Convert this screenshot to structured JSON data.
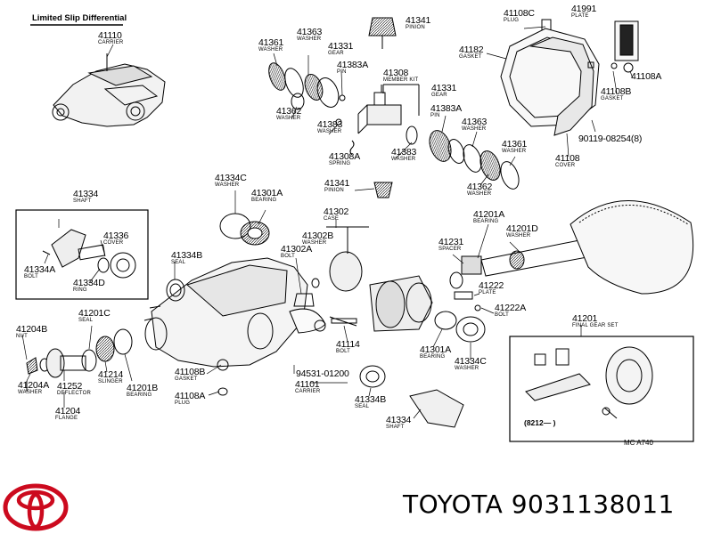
{
  "title": "Limited Slip Differential",
  "brand": {
    "name": "TOYOTA",
    "part_number": "9031138011",
    "color": "#cc0a1e"
  },
  "ref_code": "MC  A740",
  "inset_code": "(8212—        )",
  "parts": [
    {
      "id": "p41110",
      "number": "41110",
      "name": "CARRIER"
    },
    {
      "id": "p41361a",
      "number": "41361",
      "name": "WASHER"
    },
    {
      "id": "p41363a",
      "number": "41363",
      "name": "WASHER"
    },
    {
      "id": "p41341a",
      "number": "41341",
      "name": "PINION"
    },
    {
      "id": "p41331a",
      "number": "41331",
      "name": "GEAR"
    },
    {
      "id": "p41383Aa",
      "number": "41383A",
      "name": "PIN"
    },
    {
      "id": "p41308",
      "number": "41308",
      "name": "MEMBER KIT"
    },
    {
      "id": "p41362a",
      "number": "41362",
      "name": "WASHER"
    },
    {
      "id": "p41383a",
      "number": "41383",
      "name": "WASHER"
    },
    {
      "id": "p41308A",
      "number": "41308A",
      "name": "SPRING"
    },
    {
      "id": "p41383b",
      "number": "41383",
      "name": "WASHER"
    },
    {
      "id": "p41331b",
      "number": "41331",
      "name": "GEAR"
    },
    {
      "id": "p41383Ab",
      "number": "41383A",
      "name": "PIN"
    },
    {
      "id": "p41363b",
      "number": "41363",
      "name": "WASHER"
    },
    {
      "id": "p41361b",
      "number": "41361",
      "name": "WASHER"
    },
    {
      "id": "p41362b",
      "number": "41362",
      "name": "WASHER"
    },
    {
      "id": "p41341b",
      "number": "41341",
      "name": "PINION"
    },
    {
      "id": "p41108C",
      "number": "41108C",
      "name": "PLUG"
    },
    {
      "id": "p41991",
      "number": "41991",
      "name": "PLATE"
    },
    {
      "id": "p41182",
      "number": "41182",
      "name": "GASKET"
    },
    {
      "id": "p41108A1",
      "number": "41108A",
      "name": ""
    },
    {
      "id": "p41108B1",
      "number": "41108B",
      "name": "GASKET"
    },
    {
      "id": "p90119",
      "number": "90119-08254(8)",
      "name": ""
    },
    {
      "id": "p41108",
      "number": "41108",
      "name": "COVER"
    },
    {
      "id": "p41334C1",
      "number": "41334C",
      "name": "WASHER"
    },
    {
      "id": "p41301A1",
      "number": "41301A",
      "name": "BEARING"
    },
    {
      "id": "p41302",
      "number": "41302",
      "name": "CASE"
    },
    {
      "id": "p41302B",
      "number": "41302B",
      "name": "WASHER"
    },
    {
      "id": "p41302A",
      "number": "41302A",
      "name": "BOLT"
    },
    {
      "id": "p41201A",
      "number": "41201A",
      "name": "BEARING"
    },
    {
      "id": "p41201D",
      "number": "41201D",
      "name": "WASHER"
    },
    {
      "id": "p41231",
      "number": "41231",
      "name": "SPACER"
    },
    {
      "id": "p41222",
      "number": "41222",
      "name": "PLATE"
    },
    {
      "id": "p41222A",
      "number": "41222A",
      "name": "BOLT"
    },
    {
      "id": "p41334",
      "number": "41334",
      "name": "SHAFT"
    },
    {
      "id": "p41336",
      "number": "41336",
      "name": "COVER"
    },
    {
      "id": "p41334A",
      "number": "41334A",
      "name": "BOLT"
    },
    {
      "id": "p41334D",
      "number": "41334D",
      "name": "RING"
    },
    {
      "id": "p41334B1",
      "number": "41334B",
      "name": "SEAL"
    },
    {
      "id": "p41204B",
      "number": "41204B",
      "name": "NUT"
    },
    {
      "id": "p41201C",
      "number": "41201C",
      "name": "SEAL"
    },
    {
      "id": "p41204A",
      "number": "41204A",
      "name": "WASHER"
    },
    {
      "id": "p41252",
      "number": "41252",
      "name": "DEFLECTOR"
    },
    {
      "id": "p41214",
      "number": "41214",
      "name": "SLINGER"
    },
    {
      "id": "p41201B",
      "number": "41201B",
      "name": "BEARING"
    },
    {
      "id": "p41204",
      "number": "41204",
      "name": "FLANGE"
    },
    {
      "id": "p41108B2",
      "number": "41108B",
      "name": "GASKET"
    },
    {
      "id": "p41108A2",
      "number": "41108A",
      "name": "PLUG"
    },
    {
      "id": "p94531",
      "number": "94531-01200",
      "name": ""
    },
    {
      "id": "p41101",
      "number": "41101",
      "name": "CARRIER"
    },
    {
      "id": "p41114",
      "number": "41114",
      "name": "BOLT"
    },
    {
      "id": "p41334B2",
      "number": "41334B",
      "name": "SEAL"
    },
    {
      "id": "p41301A2",
      "number": "41301A",
      "name": "BEARING"
    },
    {
      "id": "p41334C2",
      "number": "41334C",
      "name": "WASHER"
    },
    {
      "id": "p41334b",
      "number": "41334",
      "name": "SHAFT"
    },
    {
      "id": "p41201",
      "number": "41201",
      "name": "FINAL GEAR SET"
    }
  ]
}
